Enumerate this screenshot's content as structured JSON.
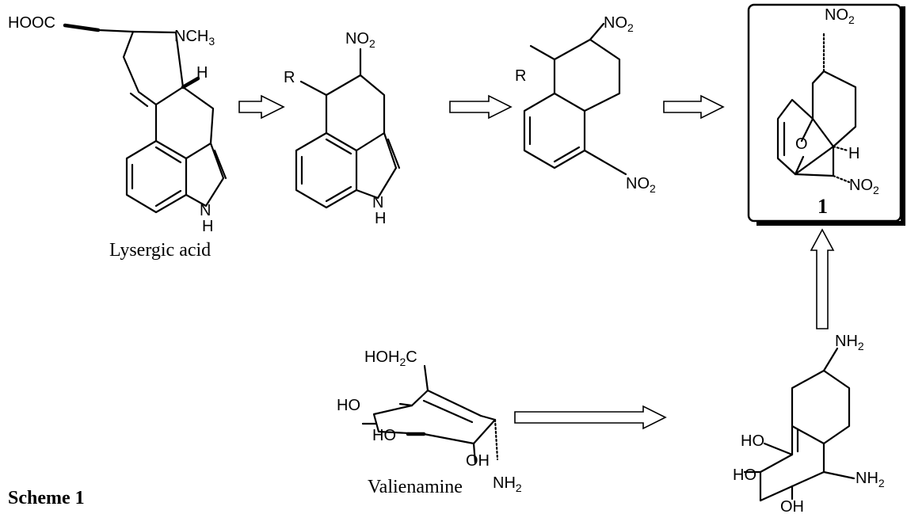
{
  "labels": {
    "lysergic": {
      "hooc": "HOOC",
      "nch3": "NCH",
      "nch3_sub": "3",
      "h": "H",
      "nh_n": "N",
      "nh_h": "H",
      "caption": "Lysergic acid"
    },
    "inter1": {
      "no2": "NO",
      "no2_sub": "2",
      "r": "R",
      "nh_n": "N",
      "nh_h": "H"
    },
    "inter2": {
      "no2_top": "NO",
      "no2_top_sub": "2",
      "r": "R",
      "no2_bottom": "NO",
      "no2_bottom_sub": "2"
    },
    "compound1": {
      "no2_top": "NO",
      "no2_top_sub": "2",
      "o": "O",
      "h": "H",
      "no2_bottom": "NO",
      "no2_bottom_sub": "2",
      "number": "1"
    },
    "valienamine": {
      "hoh2c_a": "HOH",
      "hoh2c_sub": "2",
      "hoh2c_b": "C",
      "ho1": "HO",
      "ho2": "HO",
      "oh": "OH",
      "nh2": "NH",
      "nh2_sub": "2",
      "caption": "Valienamine"
    },
    "product": {
      "nh2_top": "NH",
      "nh2_top_sub": "2",
      "ho1": "HO",
      "ho2": "HO",
      "nh2_right": "NH",
      "nh2_right_sub": "2",
      "oh": "OH"
    },
    "scheme": "Scheme 1"
  }
}
